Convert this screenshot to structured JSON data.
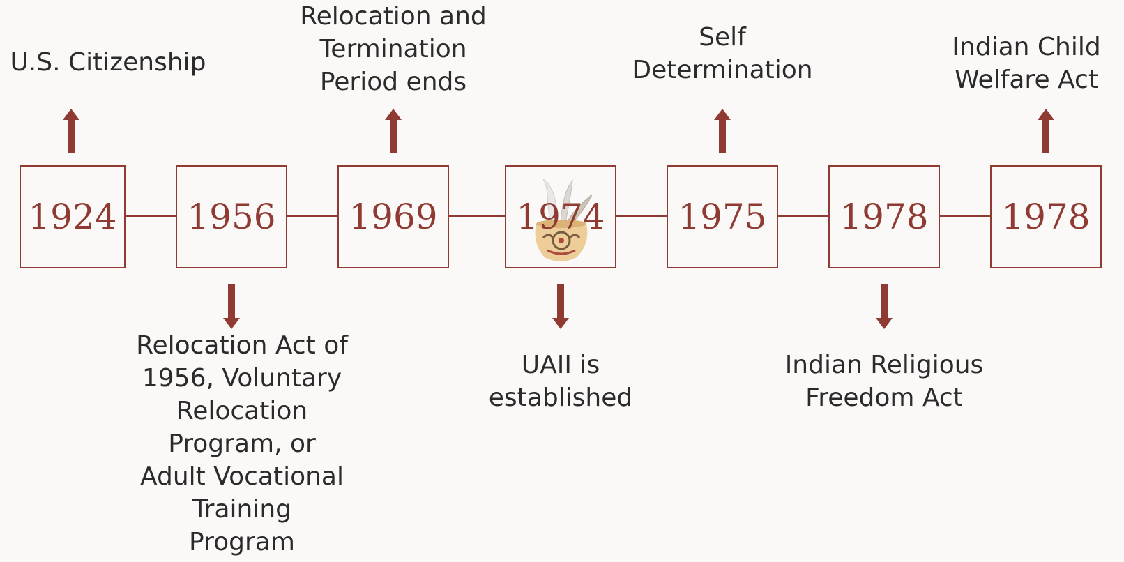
{
  "accent_color": "#8f3a33",
  "events": [
    {
      "year": "1924",
      "label": "U.S. Citizenship",
      "direction": "up"
    },
    {
      "year": "1956",
      "label": "Relocation Act of\n1956, Voluntary\nRelocation\nProgram, or\nAdult Vocational\nTraining\nProgram",
      "direction": "down"
    },
    {
      "year": "1969",
      "label": "Relocation and\nTermination\nPeriod ends",
      "direction": "up"
    },
    {
      "year": "1974",
      "label": "UAII is\nestablished",
      "direction": "down"
    },
    {
      "year": "1975",
      "label": "Self\nDetermination",
      "direction": "up"
    },
    {
      "year": "1978",
      "label": "Indian Religious\nFreedom Act",
      "direction": "down"
    },
    {
      "year": "1978",
      "label": "Indian Child\nWelfare Act",
      "direction": "up"
    }
  ],
  "decorations": {
    "basket_icon": "basket-with-feathers-icon"
  }
}
